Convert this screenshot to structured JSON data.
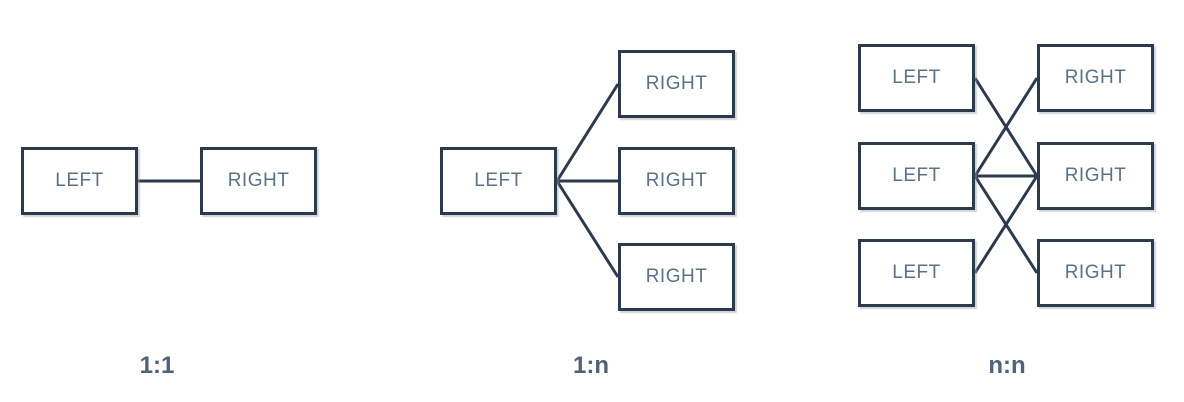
{
  "diagrams": [
    {
      "label": "1:1",
      "left_boxes": [
        "LEFT"
      ],
      "right_boxes": [
        "RIGHT"
      ],
      "connections": [
        [
          0,
          0
        ]
      ]
    },
    {
      "label": "1:n",
      "left_boxes": [
        "LEFT"
      ],
      "right_boxes": [
        "RIGHT",
        "RIGHT",
        "RIGHT"
      ],
      "connections": [
        [
          0,
          0
        ],
        [
          0,
          1
        ],
        [
          0,
          2
        ]
      ]
    },
    {
      "label": "n:n",
      "left_boxes": [
        "LEFT",
        "LEFT",
        "LEFT"
      ],
      "right_boxes": [
        "RIGHT",
        "RIGHT",
        "RIGHT"
      ],
      "connections": [
        [
          0,
          1
        ],
        [
          1,
          0
        ],
        [
          1,
          1
        ],
        [
          1,
          2
        ],
        [
          2,
          1
        ]
      ]
    }
  ],
  "colors": {
    "border": "#2d3a4c",
    "connector": "#2d3a4c",
    "box_text": "#5b7286",
    "label_text": "#4e6379",
    "background": "#ffffff"
  }
}
